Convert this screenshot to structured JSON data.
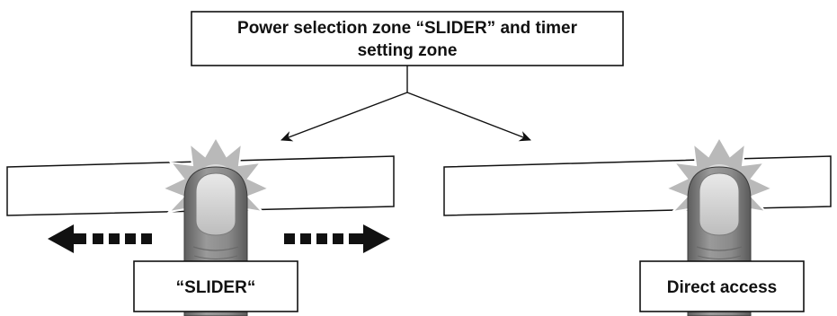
{
  "header_box": {
    "line1": "Power selection zone “SLIDER” and timer",
    "line2": "setting zone"
  },
  "left_panel": {
    "label": "“SLIDER“",
    "gesture": "slide left or right",
    "icons": [
      "finger-icon",
      "touch-burst-icon",
      "arrow-left-icon",
      "arrow-right-icon"
    ]
  },
  "right_panel": {
    "label": "Direct access",
    "gesture": "tap",
    "icons": [
      "finger-icon",
      "touch-burst-icon"
    ]
  },
  "colors": {
    "stroke": "#111111",
    "burst_fill": "#b9b9b9",
    "burst_inner": "#dcdcdc",
    "finger_fill": "#8c8c8c",
    "finger_shade": "#6e6e6e",
    "nail_fill": "#d7d7d7",
    "arrow_fill": "#111111",
    "background": "#ffffff"
  }
}
